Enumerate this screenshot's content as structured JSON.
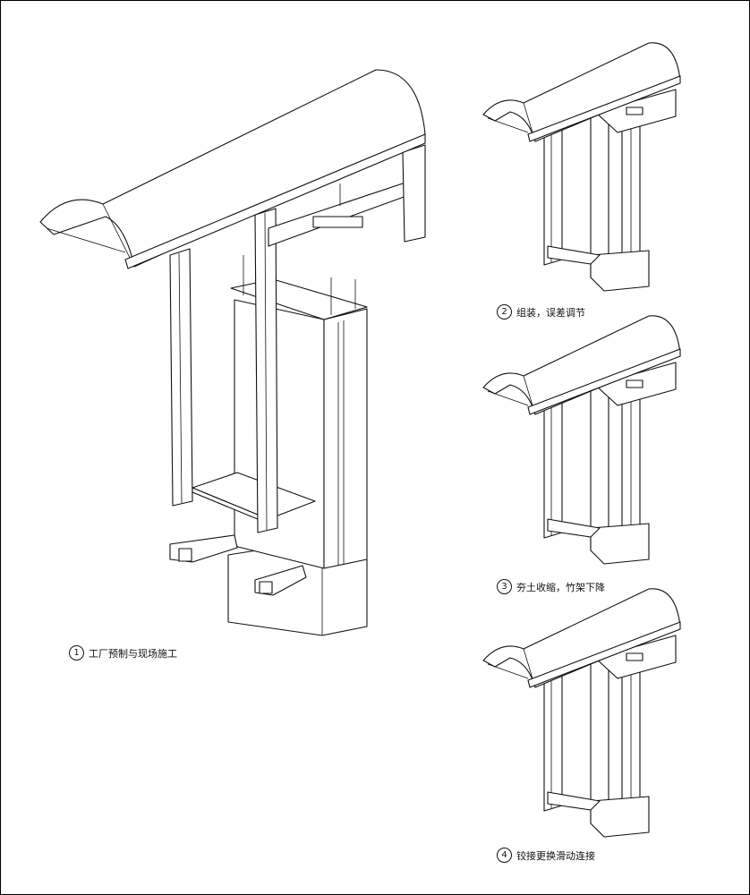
{
  "steps": [
    {
      "number": "1",
      "label": "工厂预制与现场施工"
    },
    {
      "number": "2",
      "label": "组装，误差调节"
    },
    {
      "number": "3",
      "label": "夯土收缩，竹架下降"
    },
    {
      "number": "4",
      "label": "铰接更换滑动连接"
    }
  ]
}
